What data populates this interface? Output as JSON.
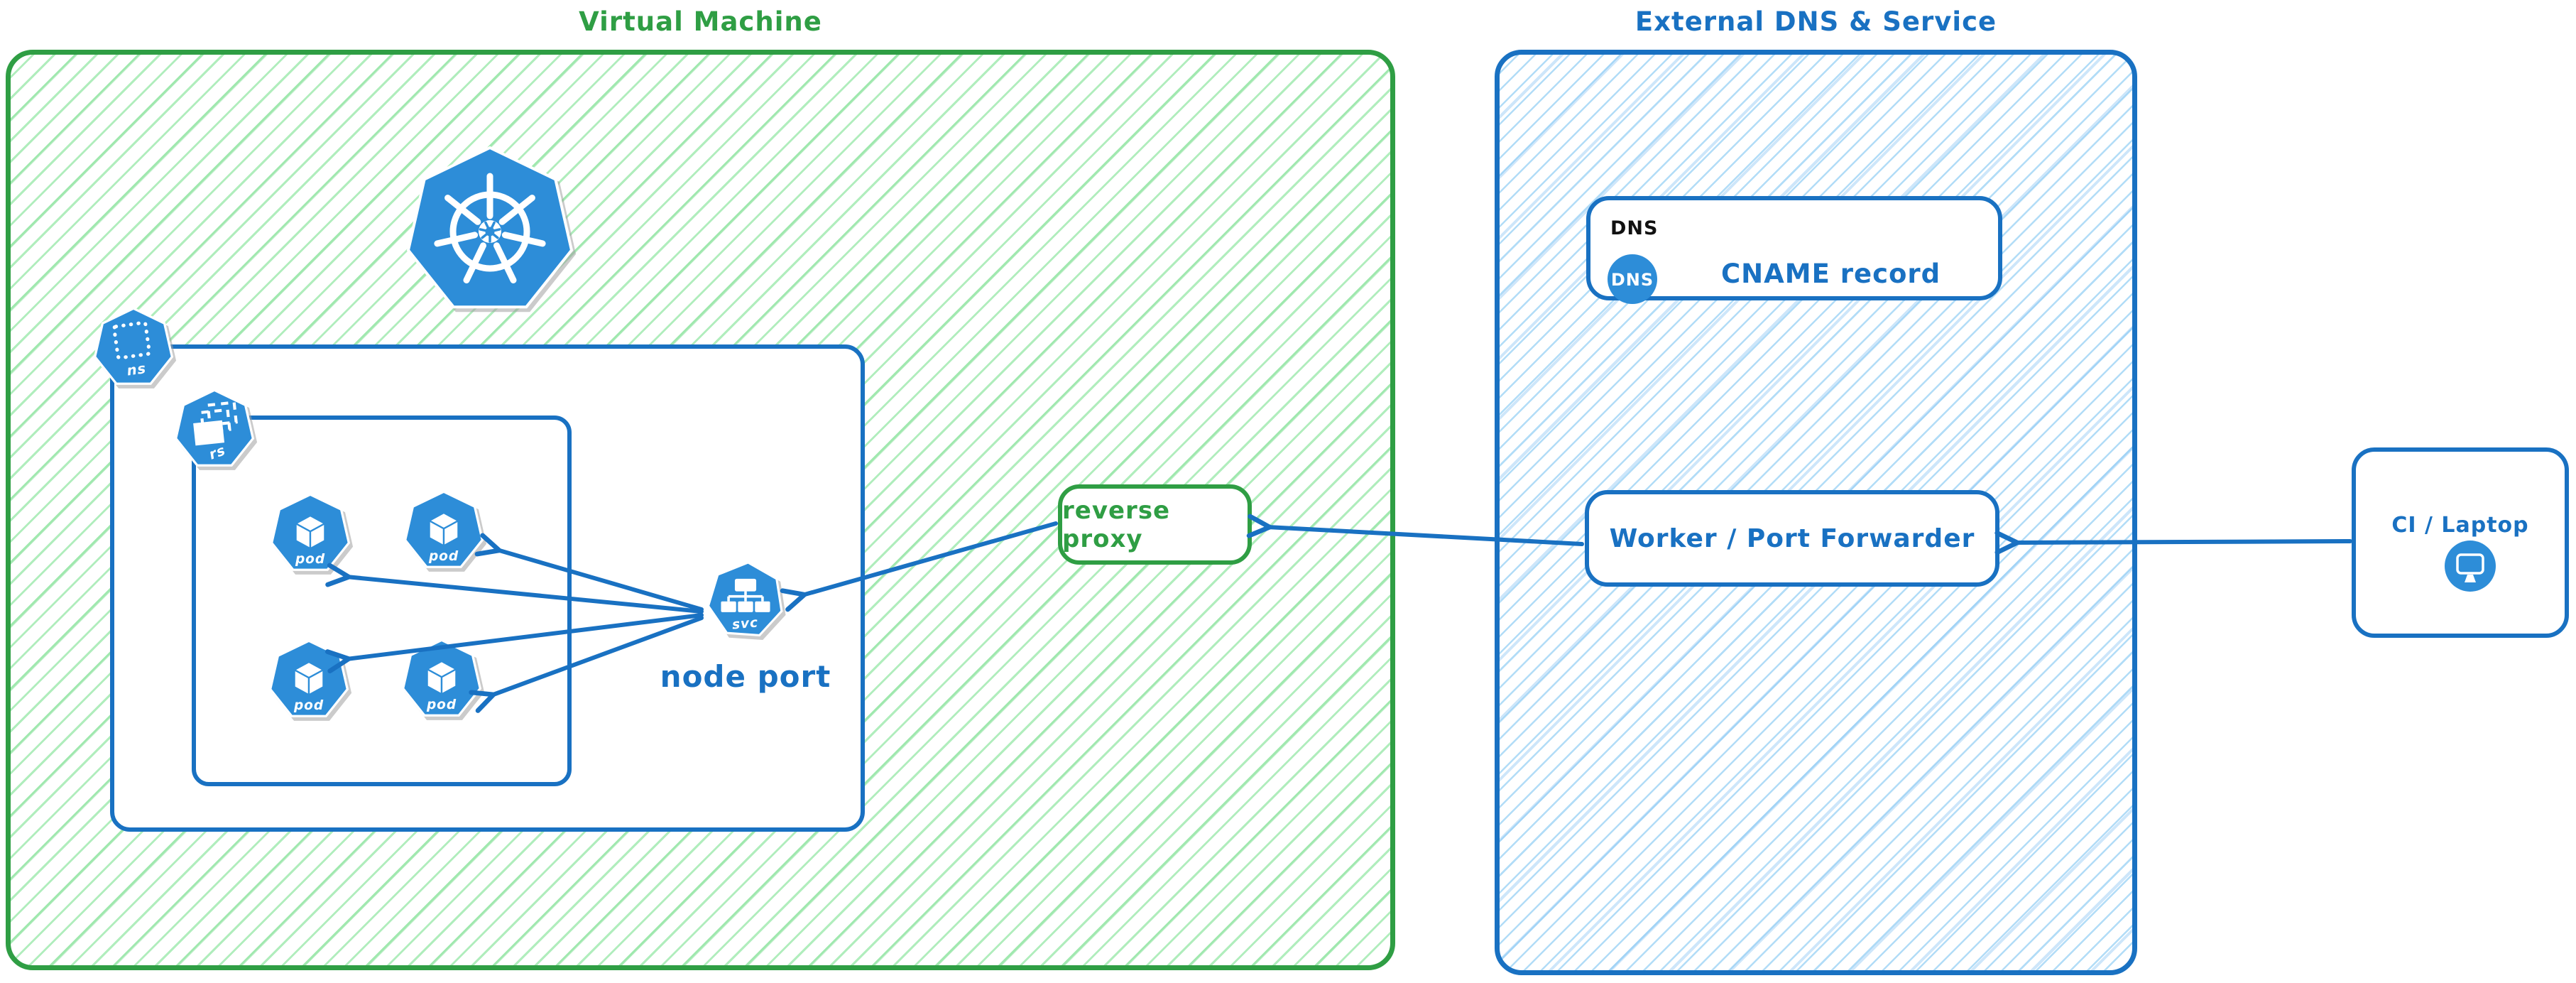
{
  "diagram": {
    "vm": {
      "title": "Virtual Machine"
    },
    "external": {
      "title": "External DNS & Service"
    },
    "kubernetes": {
      "namespace_label": "ns",
      "replicaset_label": "rs",
      "pod_label": "pod",
      "service_label": "svc",
      "service_caption": "node port"
    },
    "reverse_proxy": {
      "label": "reverse proxy"
    },
    "dns": {
      "header": "DNS",
      "icon_label": "DNS",
      "record": "CNAME record"
    },
    "worker": {
      "label": "Worker / Port Forwarder"
    },
    "ci": {
      "label": "CI / Laptop"
    },
    "connections": [
      {
        "from": "ci-laptop",
        "to": "worker-port-forwarder"
      },
      {
        "from": "worker-port-forwarder",
        "to": "reverse-proxy"
      },
      {
        "from": "reverse-proxy",
        "to": "node-port-service"
      },
      {
        "from": "node-port-service",
        "to": "pod-1"
      },
      {
        "from": "node-port-service",
        "to": "pod-2"
      },
      {
        "from": "node-port-service",
        "to": "pod-3"
      },
      {
        "from": "node-port-service",
        "to": "pod-4"
      }
    ],
    "colors": {
      "green_stroke": "#2f9e44",
      "green_hatch": "#a2eab1",
      "blue_stroke": "#1971c2",
      "blue_hatch": "#9ed4f5",
      "icon_blue": "#2d8dd8",
      "shadow_gray": "#a0a0a0",
      "dns_header_black": "#111111",
      "background": "#ffffff"
    }
  }
}
